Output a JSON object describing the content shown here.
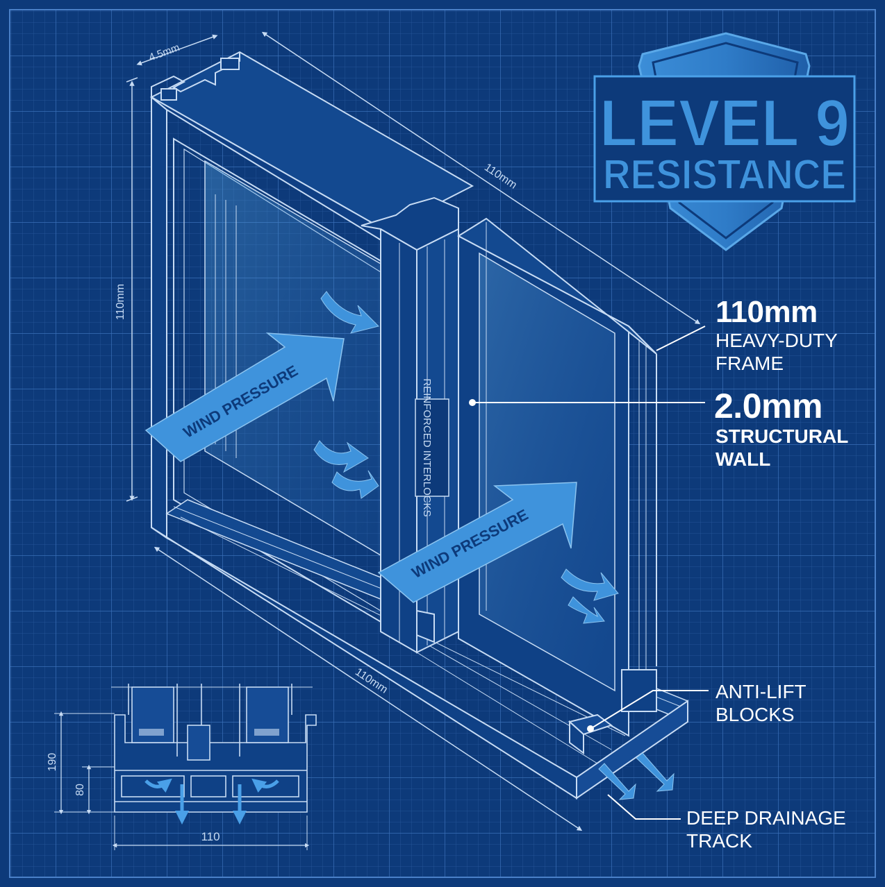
{
  "badge": {
    "line1": "LEVEL 9",
    "line2": "RESISTANCE",
    "color_shield": "#3f8fd6",
    "color_text": "#4aa0e8"
  },
  "dimensions": {
    "top_depth": "4.5mm",
    "frame_height": "110mm",
    "frame_top_width": "110mm",
    "frame_bottom_width": "110mm"
  },
  "labels": {
    "wind_pressure_left": "WIND PRESSURE",
    "wind_pressure_right": "WIND PRESSURE",
    "interlock": "REINFORCED INTERLOCKS"
  },
  "callouts": {
    "frame_size": "110mm",
    "frame_text": "HEAVY-DUTY\nFRAME",
    "wall_size": "2.0mm",
    "wall_text": "STRUCTURAL\nWALL",
    "antilift_text": "ANTI-LIFT\nBLOCKS",
    "drainage_text": "DEEP DRAINAGE\nTRACK"
  },
  "section": {
    "height_total": "190",
    "height_sill": "80",
    "width": "110"
  },
  "colors": {
    "background": "#0d3a7a",
    "grid": "#2f62a8",
    "line": "#c8dcf4",
    "arrow": "#3f93dc"
  }
}
